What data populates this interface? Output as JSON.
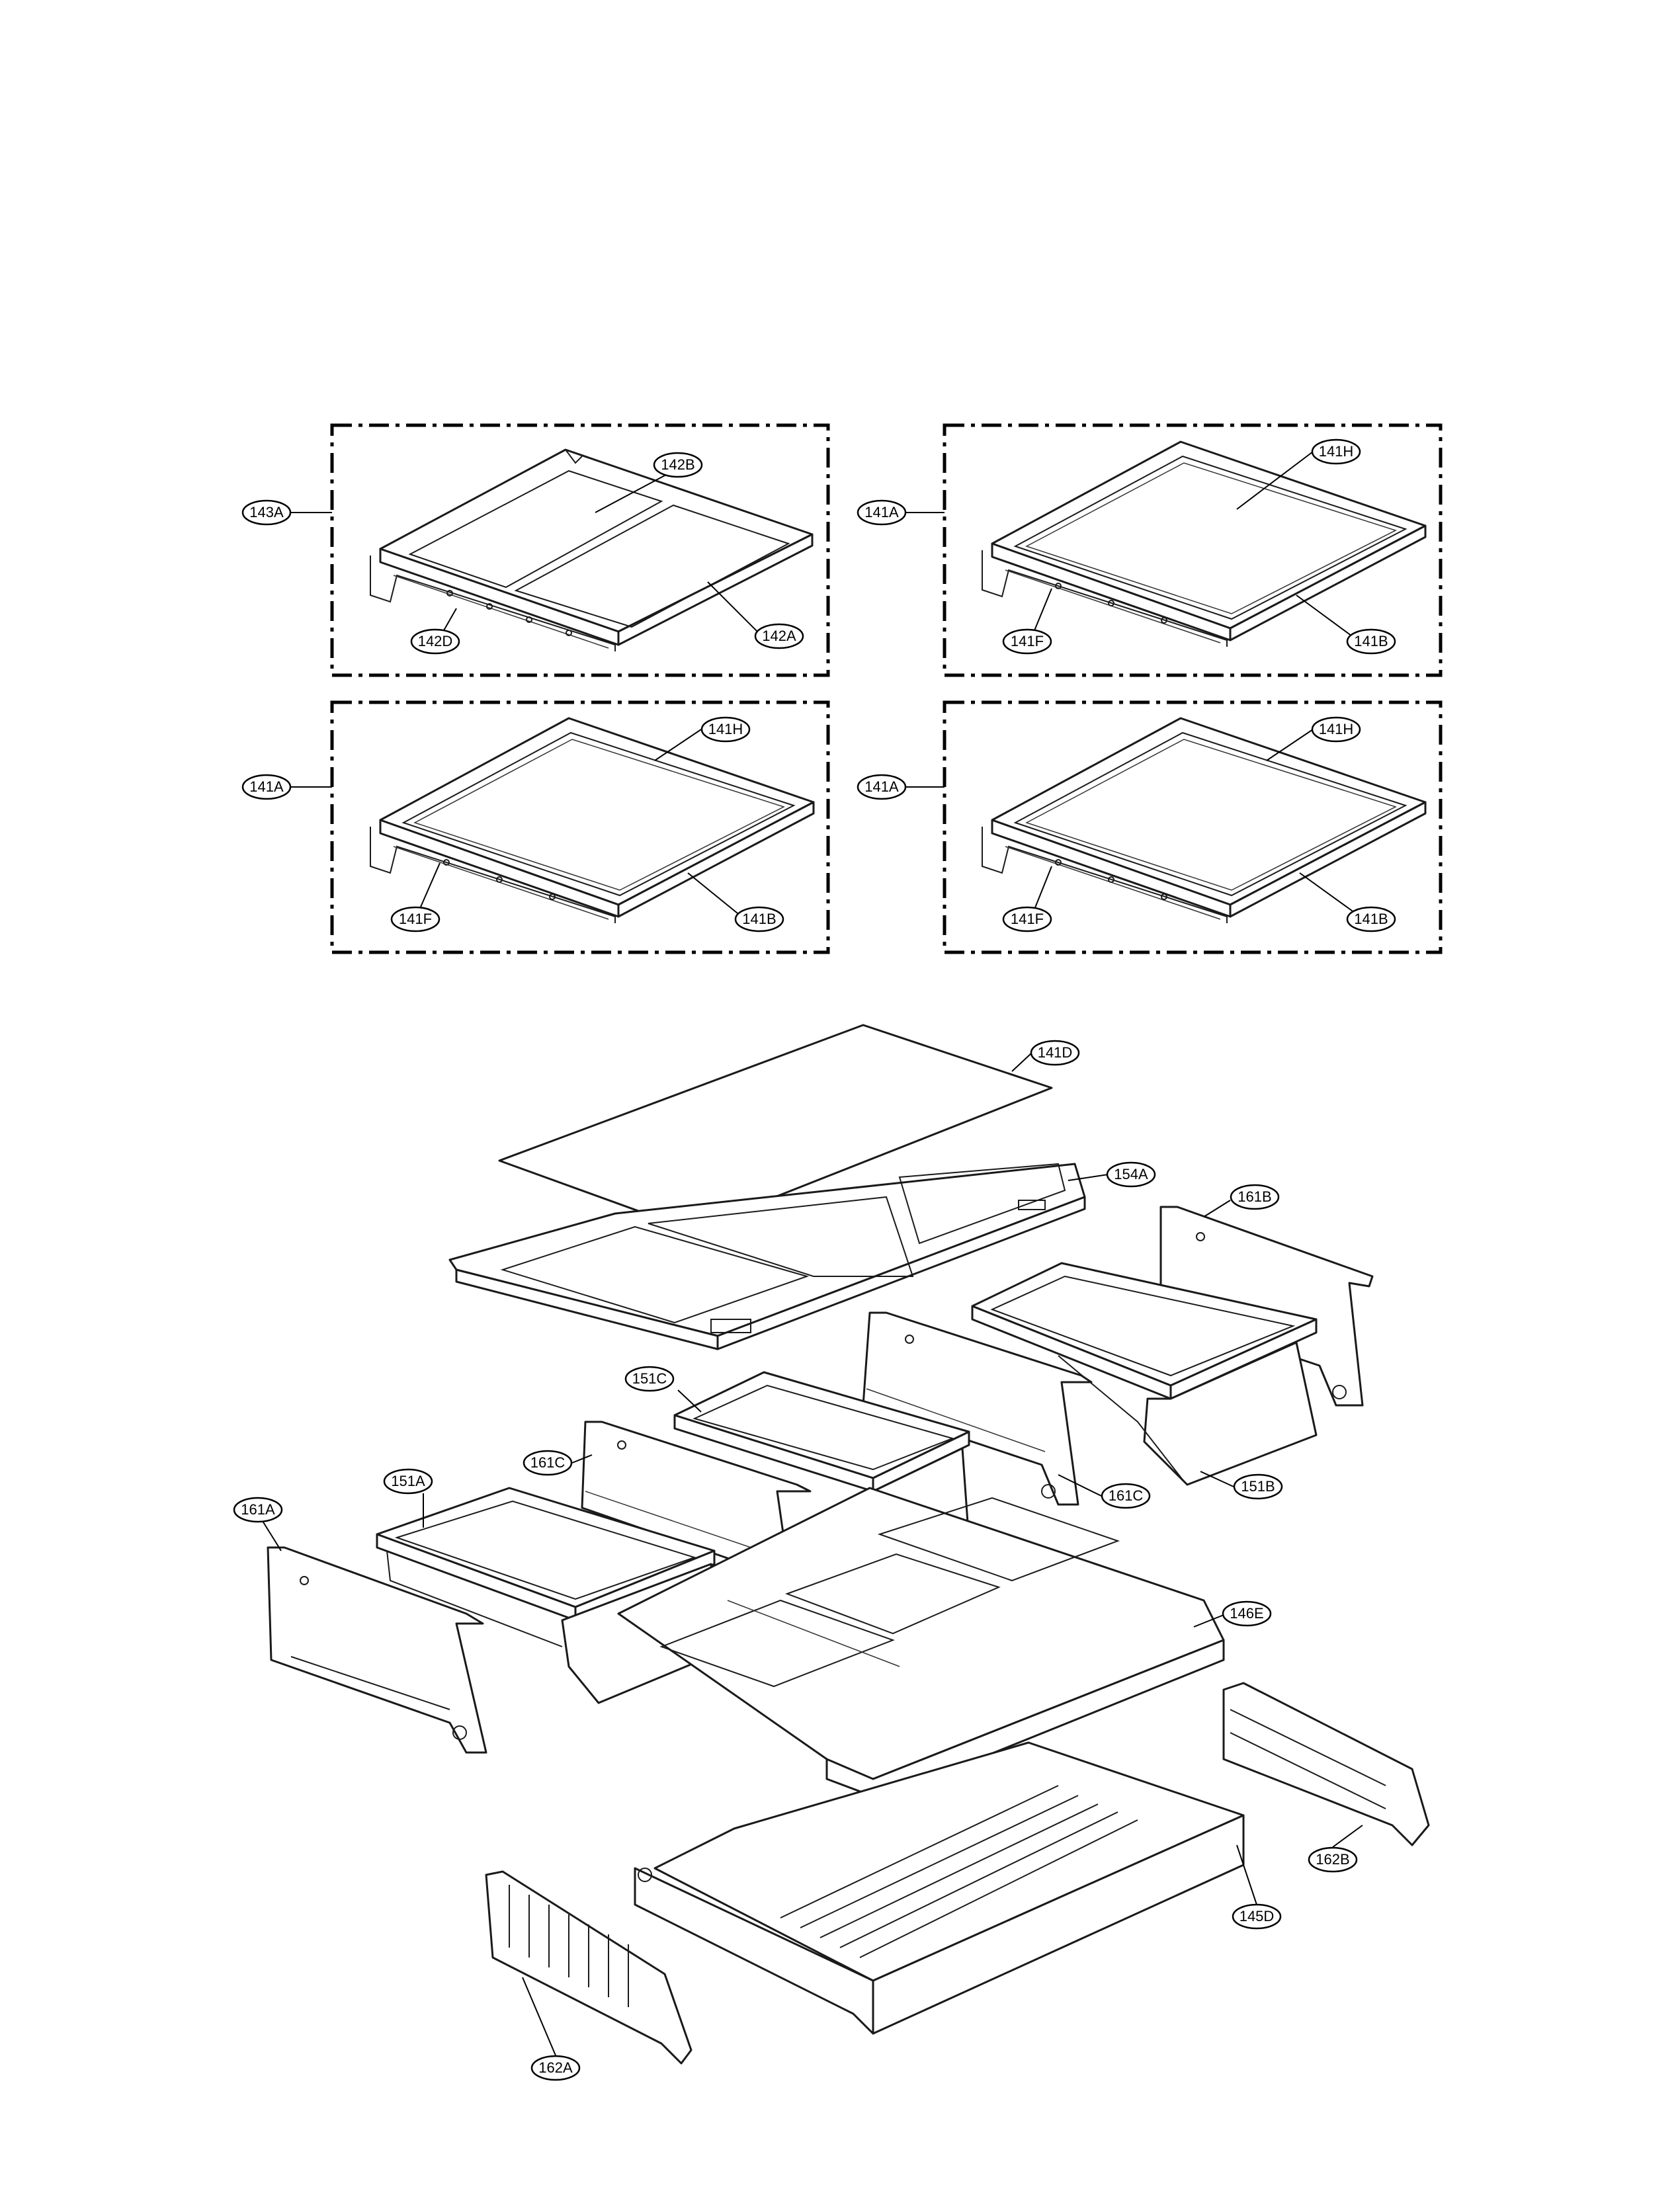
{
  "labels": {
    "l143A": "143A",
    "l142B": "142B",
    "l142D": "142D",
    "l142A": "142A",
    "l141A_1": "141A",
    "l141H_1": "141H",
    "l141F_1": "141F",
    "l141B_1": "141B",
    "l141A_2": "141A",
    "l141H_2": "141H",
    "l141F_2": "141F",
    "l141B_2": "141B",
    "l141A_3": "141A",
    "l141H_3": "141H",
    "l141F_3": "141F",
    "l141B_3": "141B",
    "l141D": "141D",
    "l154A": "154A",
    "l161B": "161B",
    "l151C": "151C",
    "l161C_1": "161C",
    "l161C_2": "161C",
    "l151B": "151B",
    "l151A": "151A",
    "l161A": "161A",
    "l146E": "146E",
    "l162B": "162B",
    "l145D": "145D",
    "l162A": "162A"
  }
}
